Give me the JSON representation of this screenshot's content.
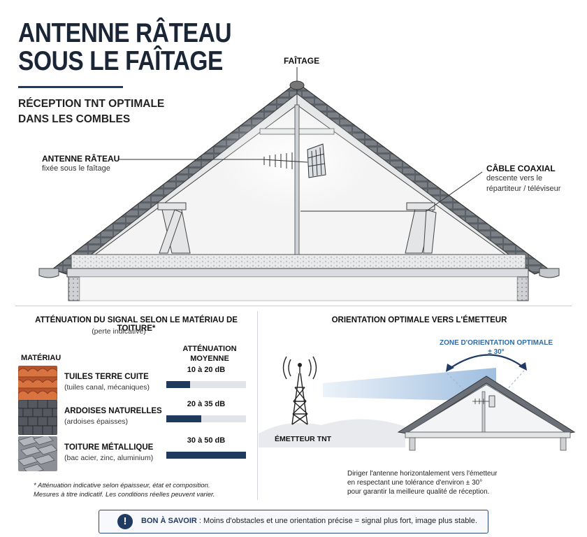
{
  "header": {
    "title_line1": "ANTENNE RÂTEAU",
    "title_line2": "SOUS LE FAÎTAGE",
    "subtitle_line1": "RÉCEPTION TNT OPTIMALE",
    "subtitle_line2": "DANS LES COMBLES"
  },
  "diagram": {
    "faitage_label": "FAÎTAGE",
    "antenna_label": "ANTENNE RÂTEAU",
    "antenna_detail": "fixée sous le faîtage",
    "cable_label": "CÂBLE COAXIAL",
    "cable_detail_line1": "descente vers le",
    "cable_detail_line2": "répartiteur / téléviseur"
  },
  "attenuation": {
    "title": "ATTÉNUATION DU SIGNAL SELON LE MATÉRIAU DE TOITURE*",
    "subtitle": "(perte indicative)",
    "material_header": "MATÉRIAU",
    "attenuation_header_line1": "ATTÉNUATION",
    "attenuation_header_line2": "MOYENNE",
    "materials": [
      {
        "name": "TUILES TERRE CUITE",
        "detail": "(tuiles canal, mécaniques)",
        "range": "10 à 20 dB",
        "level_pct": 30,
        "texture": "terracotta-tiles"
      },
      {
        "name": "ARDOISES NATURELLES",
        "detail": "(ardoises épaisses)",
        "range": "20 à 35 dB",
        "level_pct": 44,
        "texture": "slate-tiles"
      },
      {
        "name": "TOITURE MÉTALLIQUE",
        "detail": "(bac acier, zinc, aluminium)",
        "range": "30 à 50 dB",
        "level_pct": 100,
        "texture": "metal-roof"
      }
    ],
    "footnote_line1": "* Atténuation indicative selon épaisseur, état et composition.",
    "footnote_line2": "Mesures à titre indicatif. Les conditions réelles peuvent varier."
  },
  "orientation": {
    "title": "ORIENTATION OPTIMALE VERS L'ÉMETTEUR",
    "zone_label_line1": "ZONE D'ORIENTATION OPTIMALE",
    "zone_label_line2": "± 30°",
    "emitter_label": "ÉMETTEUR TNT",
    "note_line1": "Diriger l'antenne horizontalement vers l'émetteur",
    "note_line2": "en respectant une tolérance d'environ ± 30°",
    "note_line3": "pour garantir la meilleure qualité de réception."
  },
  "tip": {
    "icon": "!",
    "label": "BON À SAVOIR",
    "text": " : Moins d'obstacles et une orientation précise = signal plus fort, image plus stable."
  },
  "colors": {
    "navy": "#1f3b63",
    "accent_blue": "#2e6ba8",
    "bar_track": "#e1e4e8"
  }
}
